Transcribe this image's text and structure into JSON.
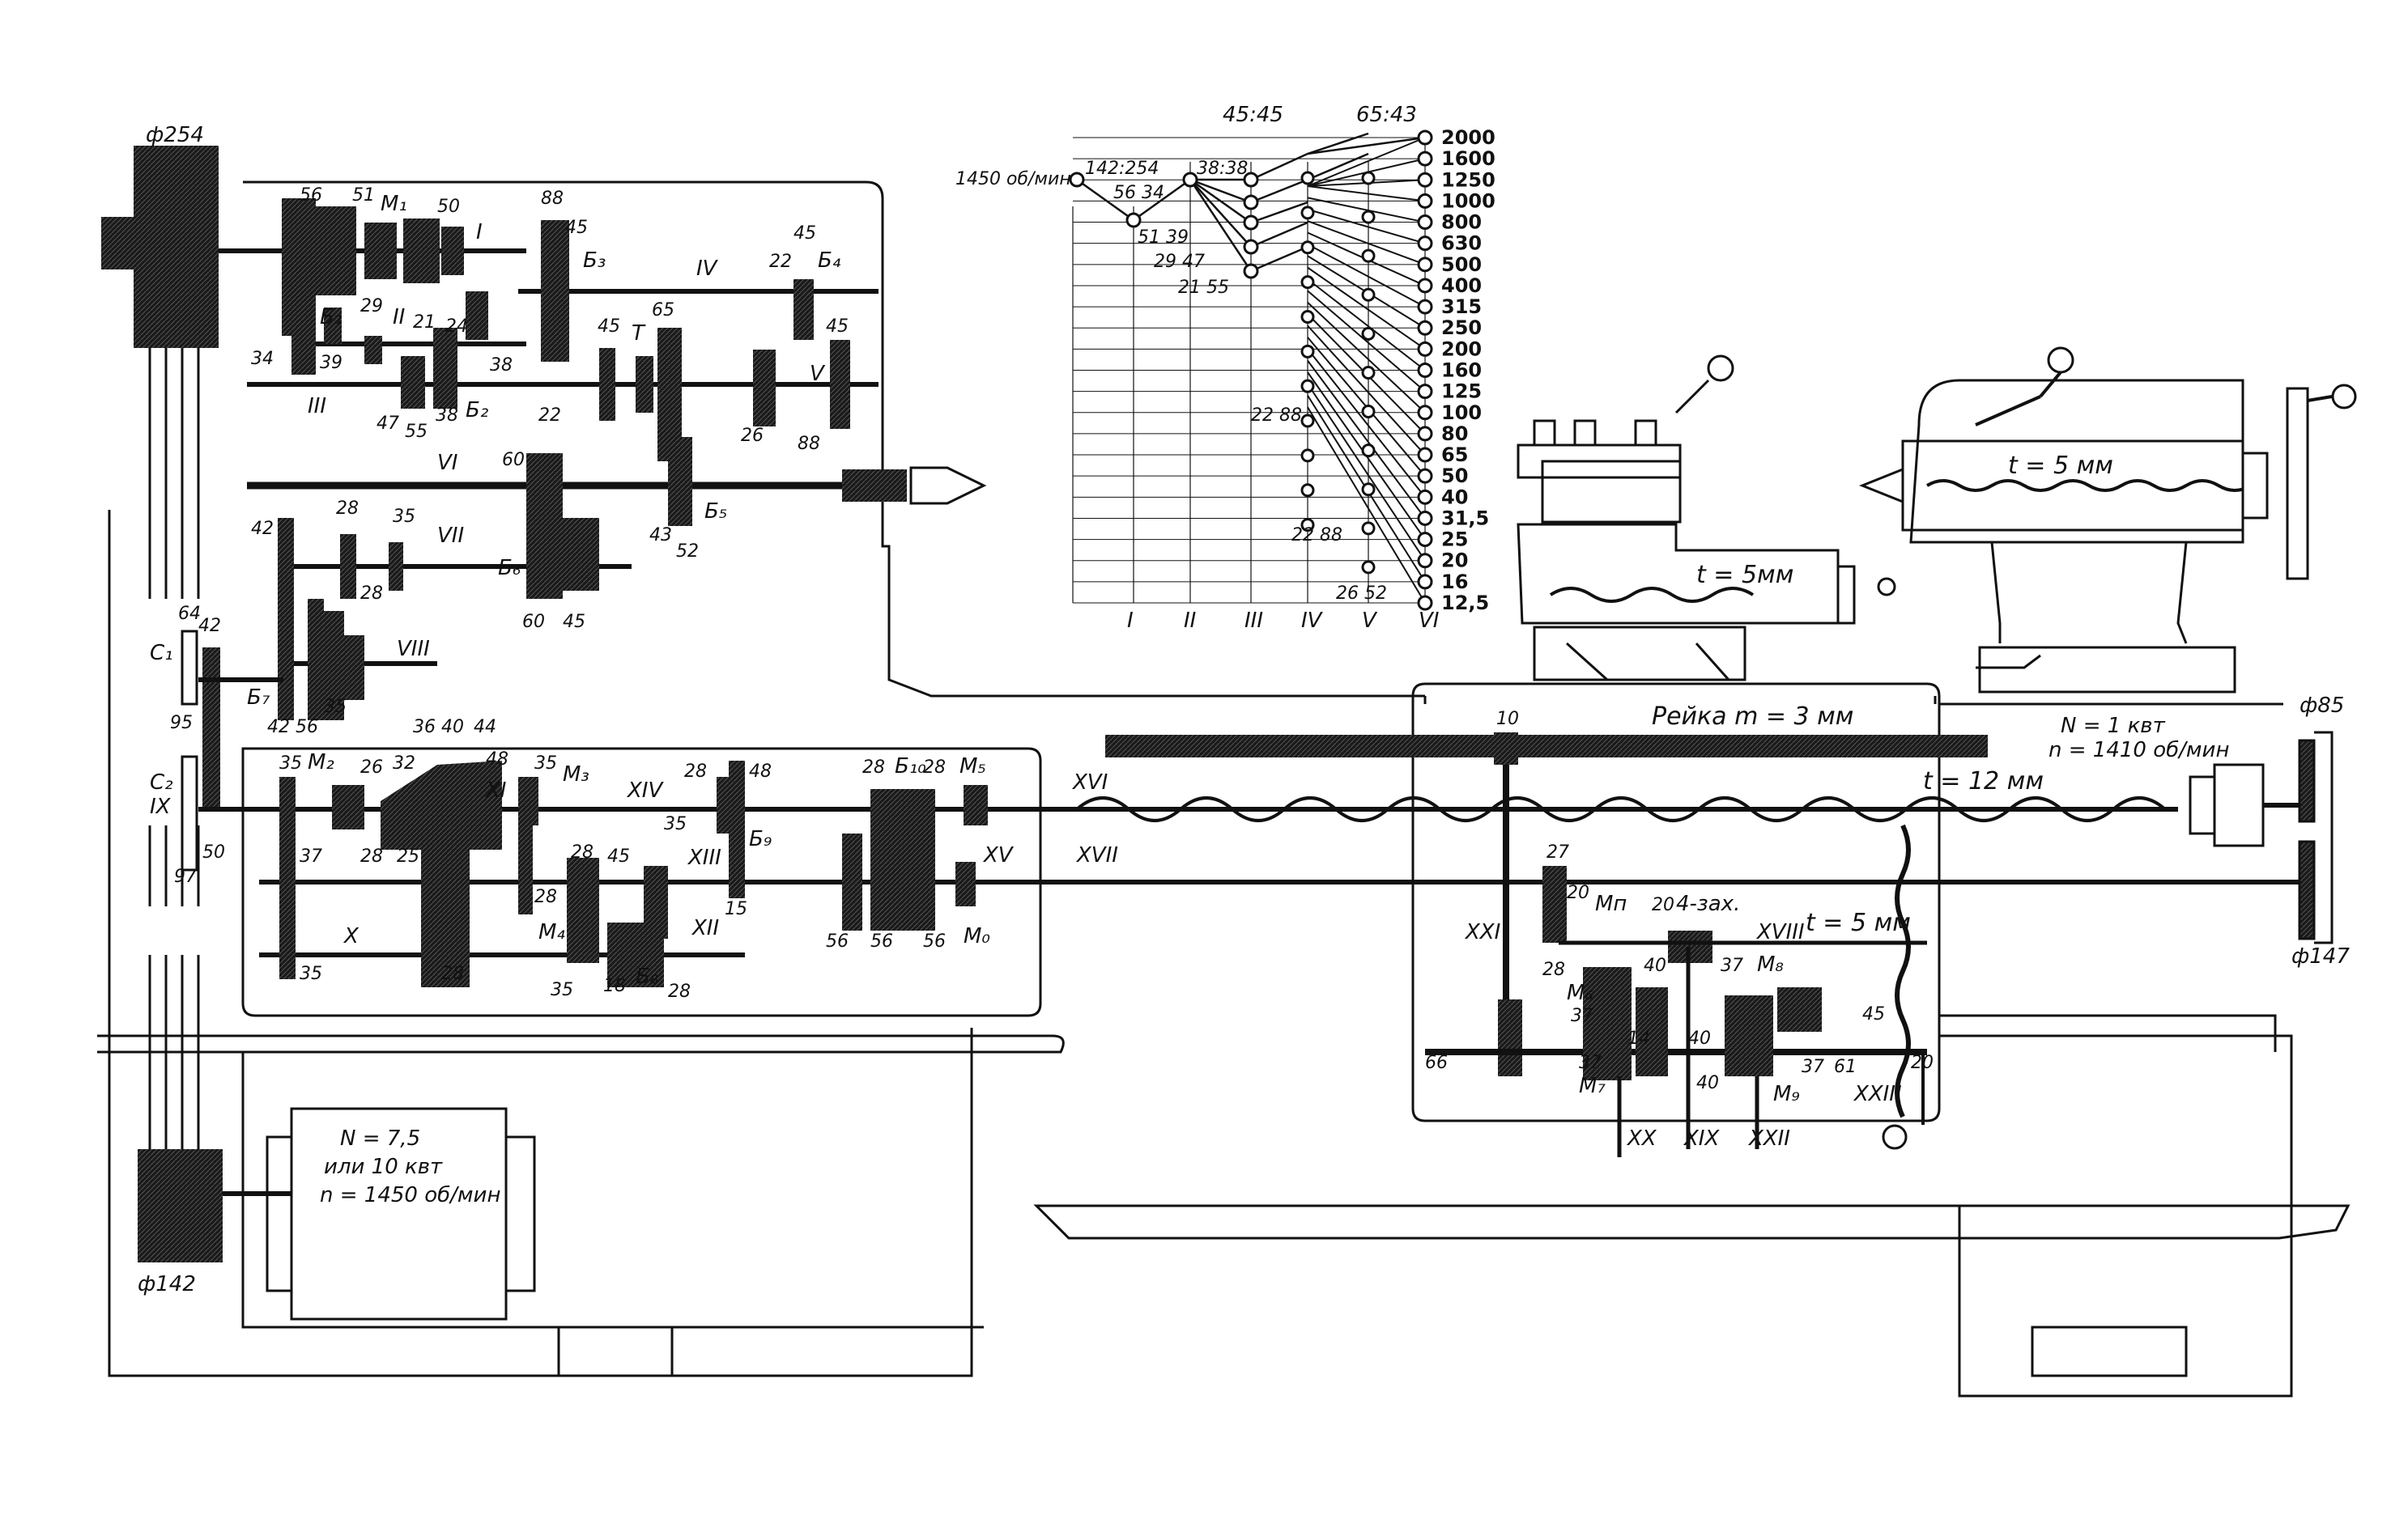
{
  "pulleys": {
    "top": "ф254",
    "bottom": "ф142",
    "right_top": "ф85",
    "right_bottom": "ф147"
  },
  "main_motor": {
    "power": "N = 7,5",
    "power_alt": "или 10 квт",
    "speed": "n = 1450 об/мин"
  },
  "rapid_motor": {
    "power": "N = 1 квт",
    "speed": "n = 1410 об/мин"
  },
  "rack": "Рейка m = 3 мм",
  "leadscrew": "t = 12 мм",
  "tailstock_screw": "t = 5 мм",
  "compound_screw": "t = 5мм",
  "cross_screw": "t = 5 мм",
  "apron_worm": "4-зах.",
  "speed_chart": {
    "input_label": "1450 об/мин",
    "ratio_top_1": "45:45",
    "ratio_top_2": "65:43",
    "ratio_142_254": "142:254",
    "ratio_56_34": "56 34",
    "ratio_38_38": "38:38",
    "ratio_51_39": "51 39",
    "ratio_29_47": "29 47",
    "ratio_21_55": "21 55",
    "ratio_22_88_a": "22 88",
    "ratio_22_88_b": "22 88",
    "ratio_26_52": "26 52",
    "shafts": [
      "I",
      "II",
      "III",
      "IV",
      "V",
      "VI"
    ],
    "speeds": [
      "2000",
      "1600",
      "1250",
      "1000",
      "800",
      "630",
      "500",
      "400",
      "315",
      "250",
      "200",
      "160",
      "125",
      "100",
      "80",
      "65",
      "50",
      "40",
      "31,5",
      "25",
      "20",
      "16",
      "12,5"
    ]
  },
  "headstock_gears": {
    "g56": "56",
    "g51": "51",
    "m1": "M₁",
    "g50": "50",
    "shaft_I": "I",
    "g88": "88",
    "g45a": "45",
    "b3": "Б₃",
    "g45b": "45",
    "b4": "Б₄",
    "shaft_IV": "IV",
    "g22a": "22",
    "b1": "Б₁",
    "g29": "29",
    "shaft_II": "II",
    "g21": "21",
    "g24": "24",
    "g34": "34",
    "g39": "39",
    "g38a": "38",
    "g45c": "45",
    "t": "Т",
    "g65": "65",
    "g45d": "45",
    "shaft_V": "V",
    "shaft_III": "III",
    "g47": "47",
    "g55": "55",
    "g38b": "38",
    "b2": "Б₂",
    "g22b": "22",
    "g26": "26",
    "g88b": "88",
    "shaft_VI": "VI",
    "g60a": "60",
    "g43": "43",
    "g52": "52",
    "b5": "Б₅",
    "g42a": "42",
    "g28a": "28",
    "g35a": "35",
    "shaft_VII": "VII",
    "b6": "Б₆",
    "g28b": "28",
    "g60b": "60",
    "g45e": "45",
    "shaft_VIII": "VIII",
    "b7": "Б₇",
    "g42b": "42",
    "g56b": "56",
    "g35b": "35"
  },
  "change_gears": {
    "c1": "C₁",
    "g64": "64",
    "g42": "42",
    "g95": "95",
    "c2": "C₂",
    "shaft_IX": "IX",
    "g97": "97",
    "g50": "50"
  },
  "feedbox_gears": {
    "g35a": "35",
    "m2": "M₂",
    "g26": "26",
    "g32": "32",
    "g36": "36",
    "g40": "40",
    "g44": "44",
    "g48a": "48",
    "shaft_XI": "XI",
    "g35b": "35",
    "m3": "M₃",
    "shaft_XIV": "XIV",
    "g28a": "28",
    "g48b": "48",
    "g28b": "28",
    "b10": "Б₁₀",
    "g28c": "28",
    "m5": "M₅",
    "shaft_XVI": "XVI",
    "g37": "37",
    "g28d": "28",
    "g25": "25",
    "g28e": "28",
    "g45": "45",
    "g35c": "35",
    "shaft_XIII": "XIII",
    "b9": "Б₉",
    "shaft_XV": "XV",
    "shaft_XVII": "XVII",
    "g28f": "28",
    "m4": "M₄",
    "g15": "15",
    "g56a": "56",
    "g56b": "56",
    "g56c": "56",
    "m0": "M₀",
    "shaft_X": "X",
    "g35d": "35",
    "g28g": "28",
    "g35e": "35",
    "g18": "18",
    "b8": "Б₈",
    "g28h": "28",
    "shaft_XII": "XII"
  },
  "apron_gears": {
    "g10": "10",
    "g27": "27",
    "g20a": "20",
    "mn": "Mп",
    "g20b": "20",
    "shaft_XVIII": "XVIII",
    "shaft_XXI": "XXI",
    "g28": "28",
    "g40a": "40",
    "g37a": "37",
    "m8": "M₈",
    "m6": "M₆",
    "g37b": "37",
    "g45": "45",
    "g66": "66",
    "g37c": "37",
    "g14": "14",
    "g40b": "40",
    "g61": "61",
    "g20c": "20",
    "m7": "M₇",
    "g40c": "40",
    "g37d": "37",
    "m9": "M₉",
    "shaft_XXIII": "XXIII",
    "shaft_XX": "XX",
    "shaft_XIX": "XIX",
    "shaft_XXII": "XXII"
  }
}
